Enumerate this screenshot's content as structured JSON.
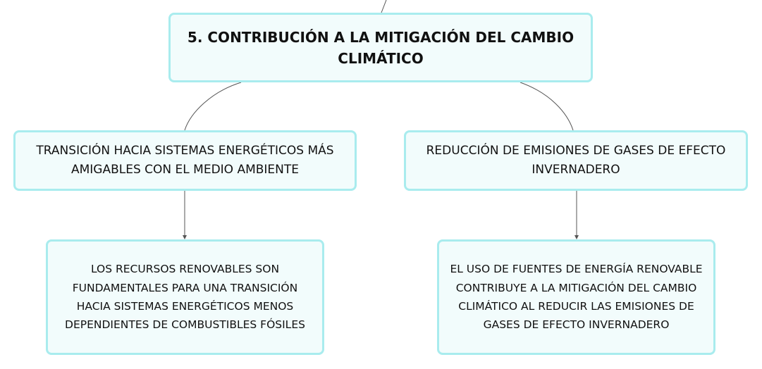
{
  "diagram": {
    "root": {
      "label": "5. CONTRIBUCIÓN A LA MITIGACIÓN DEL CAMBIO CLIMÁTICO"
    },
    "branches": [
      {
        "label": "TRANSICIÓN HACIA SISTEMAS ENERGÉTICOS MÁS AMIGABLES CON EL MEDIO AMBIENTE",
        "child": {
          "label": "LOS RECURSOS RENOVABLES SON FUNDAMENTALES PARA UNA TRANSICIÓN HACIA SISTEMAS ENERGÉTICOS MENOS DEPENDIENTES DE COMBUSTIBLES FÓSILES"
        }
      },
      {
        "label": "REDUCCIÓN DE EMISIONES DE GASES DE EFECTO INVERNADERO",
        "child": {
          "label": "EL USO DE FUENTES DE ENERGÍA RENOVABLE CONTRIBUYE A LA MITIGACIÓN DEL CAMBIO CLIMÁTICO AL REDUCIR LAS EMISIONES DE GASES DE EFECTO INVERNADERO"
        }
      }
    ],
    "colors": {
      "node_fill": "#f2fcfc",
      "node_border": "#a9ecee",
      "connector": "#555555",
      "text": "#111111"
    }
  }
}
